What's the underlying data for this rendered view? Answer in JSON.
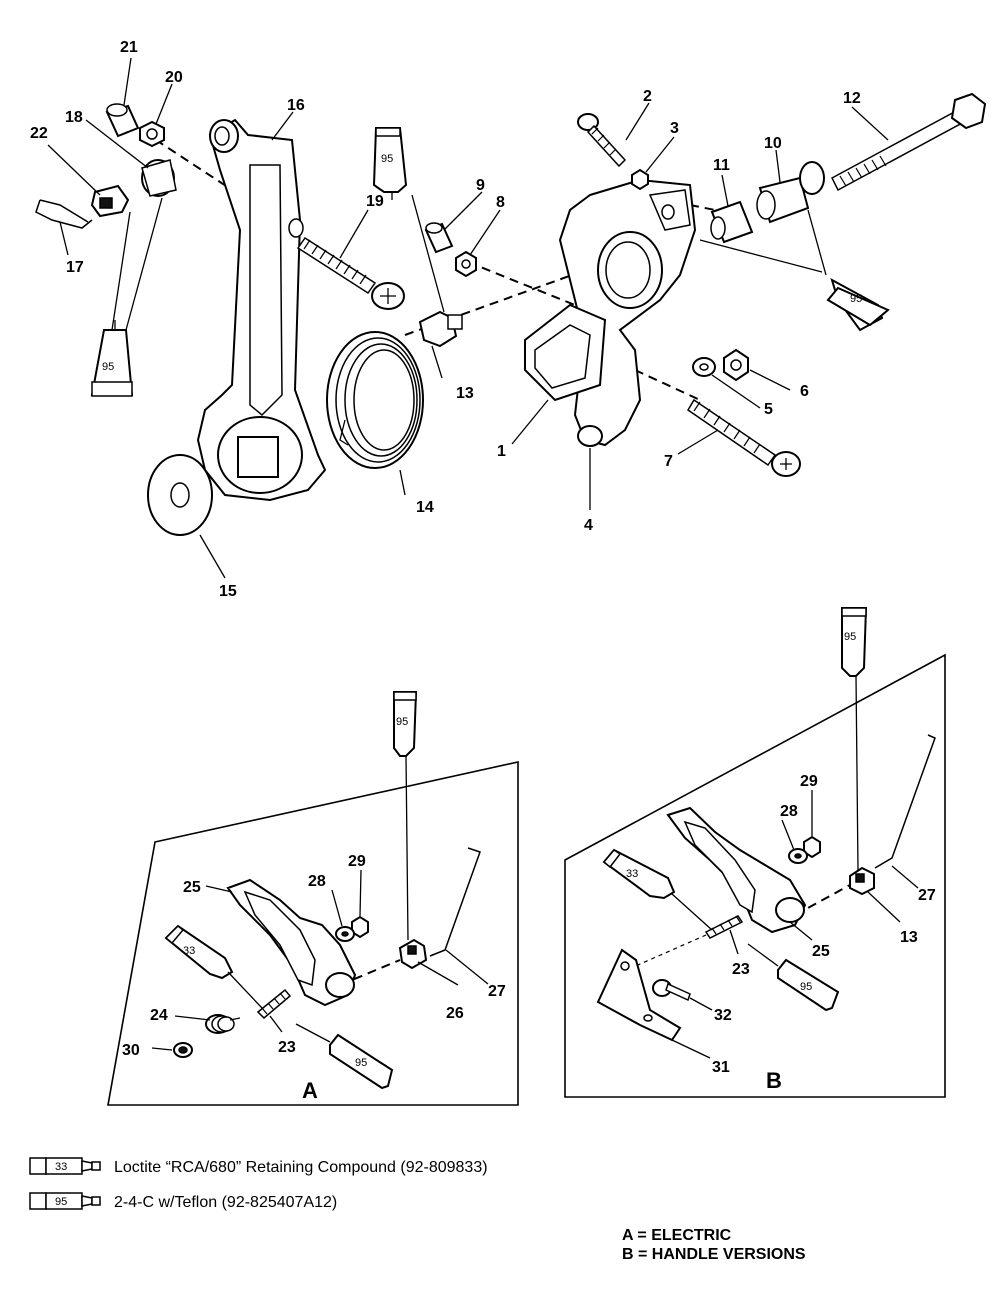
{
  "callouts": {
    "c1": "1",
    "c2": "2",
    "c3": "3",
    "c4": "4",
    "c5": "5",
    "c6": "6",
    "c7": "7",
    "c8": "8",
    "c9": "9",
    "c10": "10",
    "c11": "11",
    "c12": "12",
    "c13": "13",
    "c14": "14",
    "c15": "15",
    "c16": "16",
    "c17": "17",
    "c18": "18",
    "c19": "19",
    "c20": "20",
    "c21": "21",
    "c22": "22",
    "a23": "23",
    "a24": "24",
    "a25": "25",
    "a26": "26",
    "a27": "27",
    "a28": "28",
    "a29": "29",
    "a30": "30",
    "b13": "13",
    "b23": "23",
    "b25": "25",
    "b27": "27",
    "b28": "28",
    "b29": "29",
    "b31": "31",
    "b32": "32"
  },
  "tubes": {
    "t95_top": "95",
    "t95_left": "95",
    "t95_right": "95",
    "t95_a_top": "95",
    "t33_a": "33",
    "t95_a_bottom": "95",
    "t95_b_top": "95",
    "t33_b": "33",
    "t95_b_bottom": "95"
  },
  "panels": {
    "a": "A",
    "b": "B"
  },
  "legend": [
    {
      "num": "33",
      "text": "Loctite “RCA/680” Retaining Compound (92-809833)"
    },
    {
      "num": "95",
      "text": "2-4-C w/Teflon (92-825407A12)"
    }
  ],
  "notes": {
    "a": "A = ELECTRIC",
    "b": "B = HANDLE VERSIONS"
  }
}
